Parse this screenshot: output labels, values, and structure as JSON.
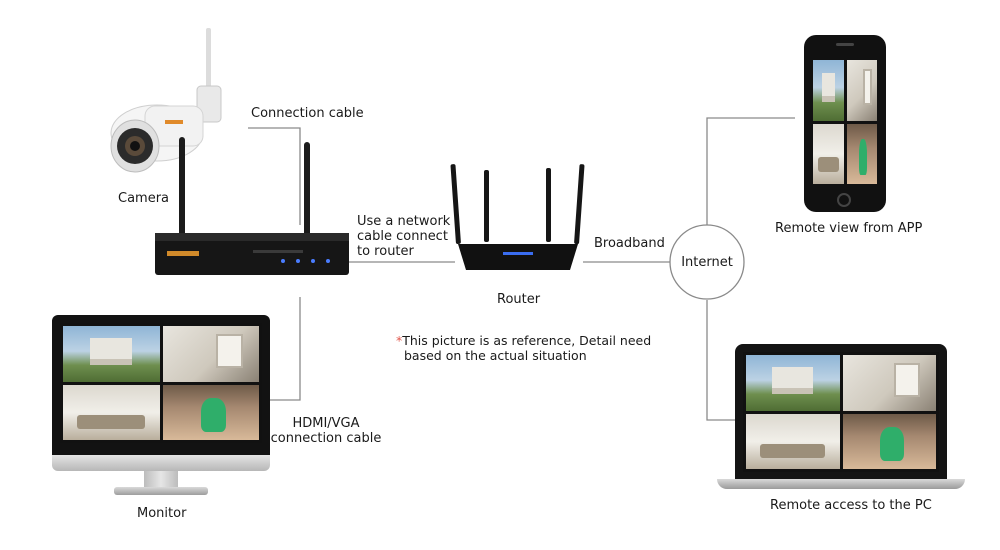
{
  "labels": {
    "connection_cable": "Connection cable",
    "camera": "Camera",
    "network_cable_line1": "Use a network",
    "network_cable_line2": "cable connect",
    "network_cable_line3": "to router",
    "broadband": "Broadband",
    "internet": "Internet",
    "router": "Router",
    "remote_app": "Remote view from APP",
    "remote_pc": "Remote access to the PC",
    "hdmi_line1": "HDMI/VGA",
    "hdmi_line2": "connection cable",
    "monitor": "Monitor",
    "note_star": "*",
    "note_line1": "This picture is as reference, Detail need",
    "note_line2": "based on the actual situation"
  },
  "colors": {
    "wire": "#8a8a8a",
    "note_star": "#e2574c",
    "router_led": "#3a6df0",
    "nvr_body": "#161616"
  },
  "icons": [
    "camera-device",
    "nvr-device",
    "router-device",
    "smartphone-device",
    "laptop-device",
    "monitor-device"
  ]
}
